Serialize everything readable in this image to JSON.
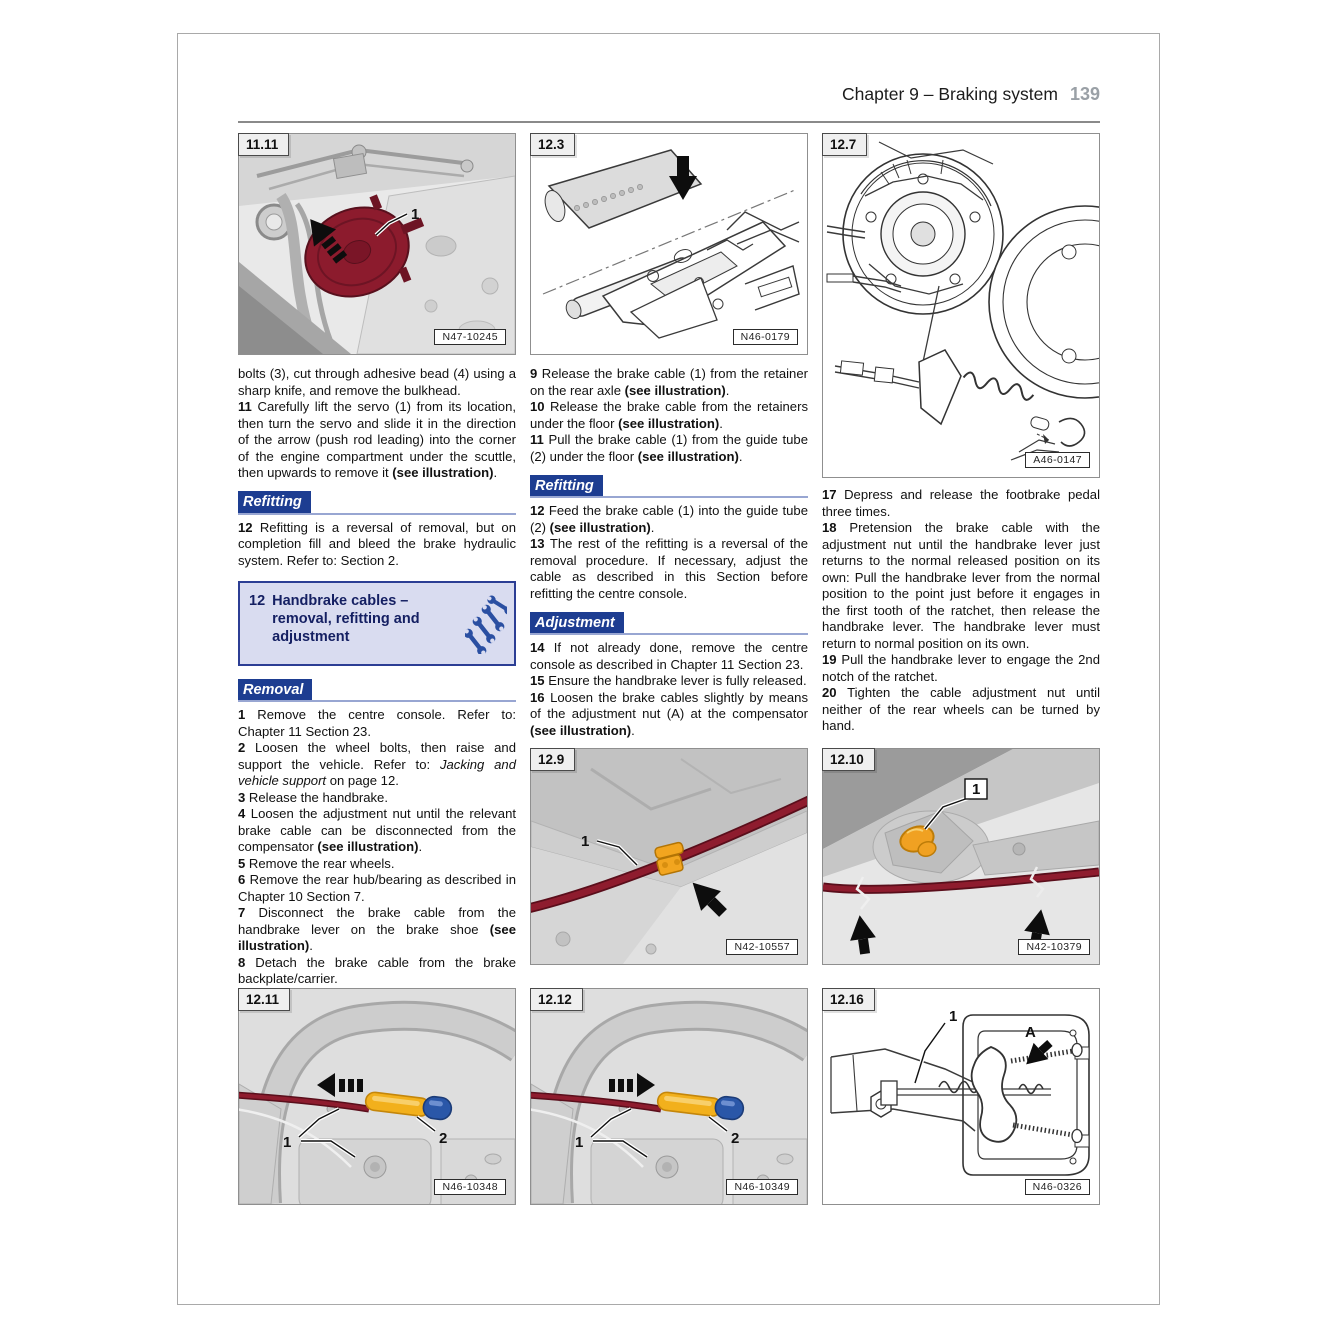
{
  "header": {
    "title": "Chapter 9 – Braking system",
    "page": "139"
  },
  "colors": {
    "accent_blue": "#1d3d91",
    "box_bg": "#d9dcf0",
    "cable_red": "#8e1c2e",
    "clip_orange": "#f0a122",
    "cap_blue": "#2a57a8"
  },
  "col1": {
    "intro": "bolts (3), cut through adhesive bead (4) using a sharp knife, and remove the bulkhead.",
    "s11": "**11** Carefully lift the servo (1) from its location, then turn the servo and slide it in the direction of the arrow (push rod leading) into the corner of the engine compartment under the scuttle, then upwards to remove it **(see illustration)**.",
    "refitting": "Refitting",
    "s12": "**12** Refitting is a reversal of removal, but on completion fill and bleed the brake hydraulic system. Refer to: Section 2.",
    "box": {
      "num": "12",
      "title": "Handbrake cables – removal, refitting and adjustment"
    },
    "removal": "Removal",
    "steps": [
      "**1** Remove the centre console. Refer to: Chapter 11 Section 23.",
      "**2** Loosen the wheel bolts, then raise and support the vehicle. Refer to: *Jacking and vehicle support* on page 12.",
      "**3** Release the handbrake.",
      "**4** Loosen the adjustment nut until the relevant brake cable can be disconnected from the compensator **(see illustration)**.",
      "**5** Remove the rear wheels.",
      "**6** Remove the rear hub/bearing as described in Chapter 10 Section 7.",
      "**7** Disconnect the brake cable from the handbrake lever on the brake shoe **(see illustration)**.",
      "**8** Detach the brake cable from the brake backplate/carrier."
    ]
  },
  "col2": {
    "steps_removal": [
      "**9** Release the brake cable (1) from the retainer on the rear axle **(see illustration)**.",
      "**10** Release the brake cable from the retainers under the floor **(see illustration)**.",
      "**11** Pull the brake cable (1) from the guide tube (2) under the floor **(see illustration)**."
    ],
    "refitting": "Refitting",
    "steps_refitting": [
      "**12** Feed the brake cable (1) into the guide tube (2) **(see illustration)**.",
      "**13** The rest of the refitting is a reversal of the removal procedure. If necessary, adjust the cable as described in this Section before refitting the centre console."
    ],
    "adjustment": "Adjustment",
    "steps_adjustment": [
      "**14** If not already done, remove the centre console as described in Chapter 11 Section 23.",
      "**15** Ensure the handbrake lever is fully released.",
      "**16** Loosen the brake cables slightly by means of the adjustment nut (A) at the compensator **(see illustration)**."
    ]
  },
  "col3": {
    "steps": [
      "**17** Depress and release the footbrake pedal three times.",
      "**18** Pretension the brake cable with the adjustment nut until the handbrake lever just returns to the normal released position on its own: Pull the handbrake lever from the normal position to the point just before it engages in the first tooth of the ratchet, then release the handbrake lever. The handbrake lever must return to normal position on its own.",
      "**19** Pull the handbrake lever to engage the 2nd notch of the ratchet.",
      "**20** Tighten the cable adjustment nut until neither of the rear wheels can be turned by hand."
    ]
  },
  "figures": {
    "f1111": {
      "num": "11.11",
      "ref": "N47-10245",
      "callouts": [
        "1"
      ]
    },
    "f123": {
      "num": "12.3",
      "ref": "N46-0179",
      "callouts": []
    },
    "f127": {
      "num": "12.7",
      "ref": "A46-0147",
      "callouts": []
    },
    "f129": {
      "num": "12.9",
      "ref": "N42-10557",
      "callouts": [
        "1"
      ]
    },
    "f1210": {
      "num": "12.10",
      "ref": "N42-10379",
      "callouts": [
        "1"
      ]
    },
    "f1211": {
      "num": "12.11",
      "ref": "N46-10348",
      "callouts": [
        "1",
        "2"
      ]
    },
    "f1212": {
      "num": "12.12",
      "ref": "N46-10349",
      "callouts": [
        "1",
        "2"
      ]
    },
    "f1216": {
      "num": "12.16",
      "ref": "N46-0326",
      "callouts": [
        "1",
        "A"
      ]
    }
  }
}
